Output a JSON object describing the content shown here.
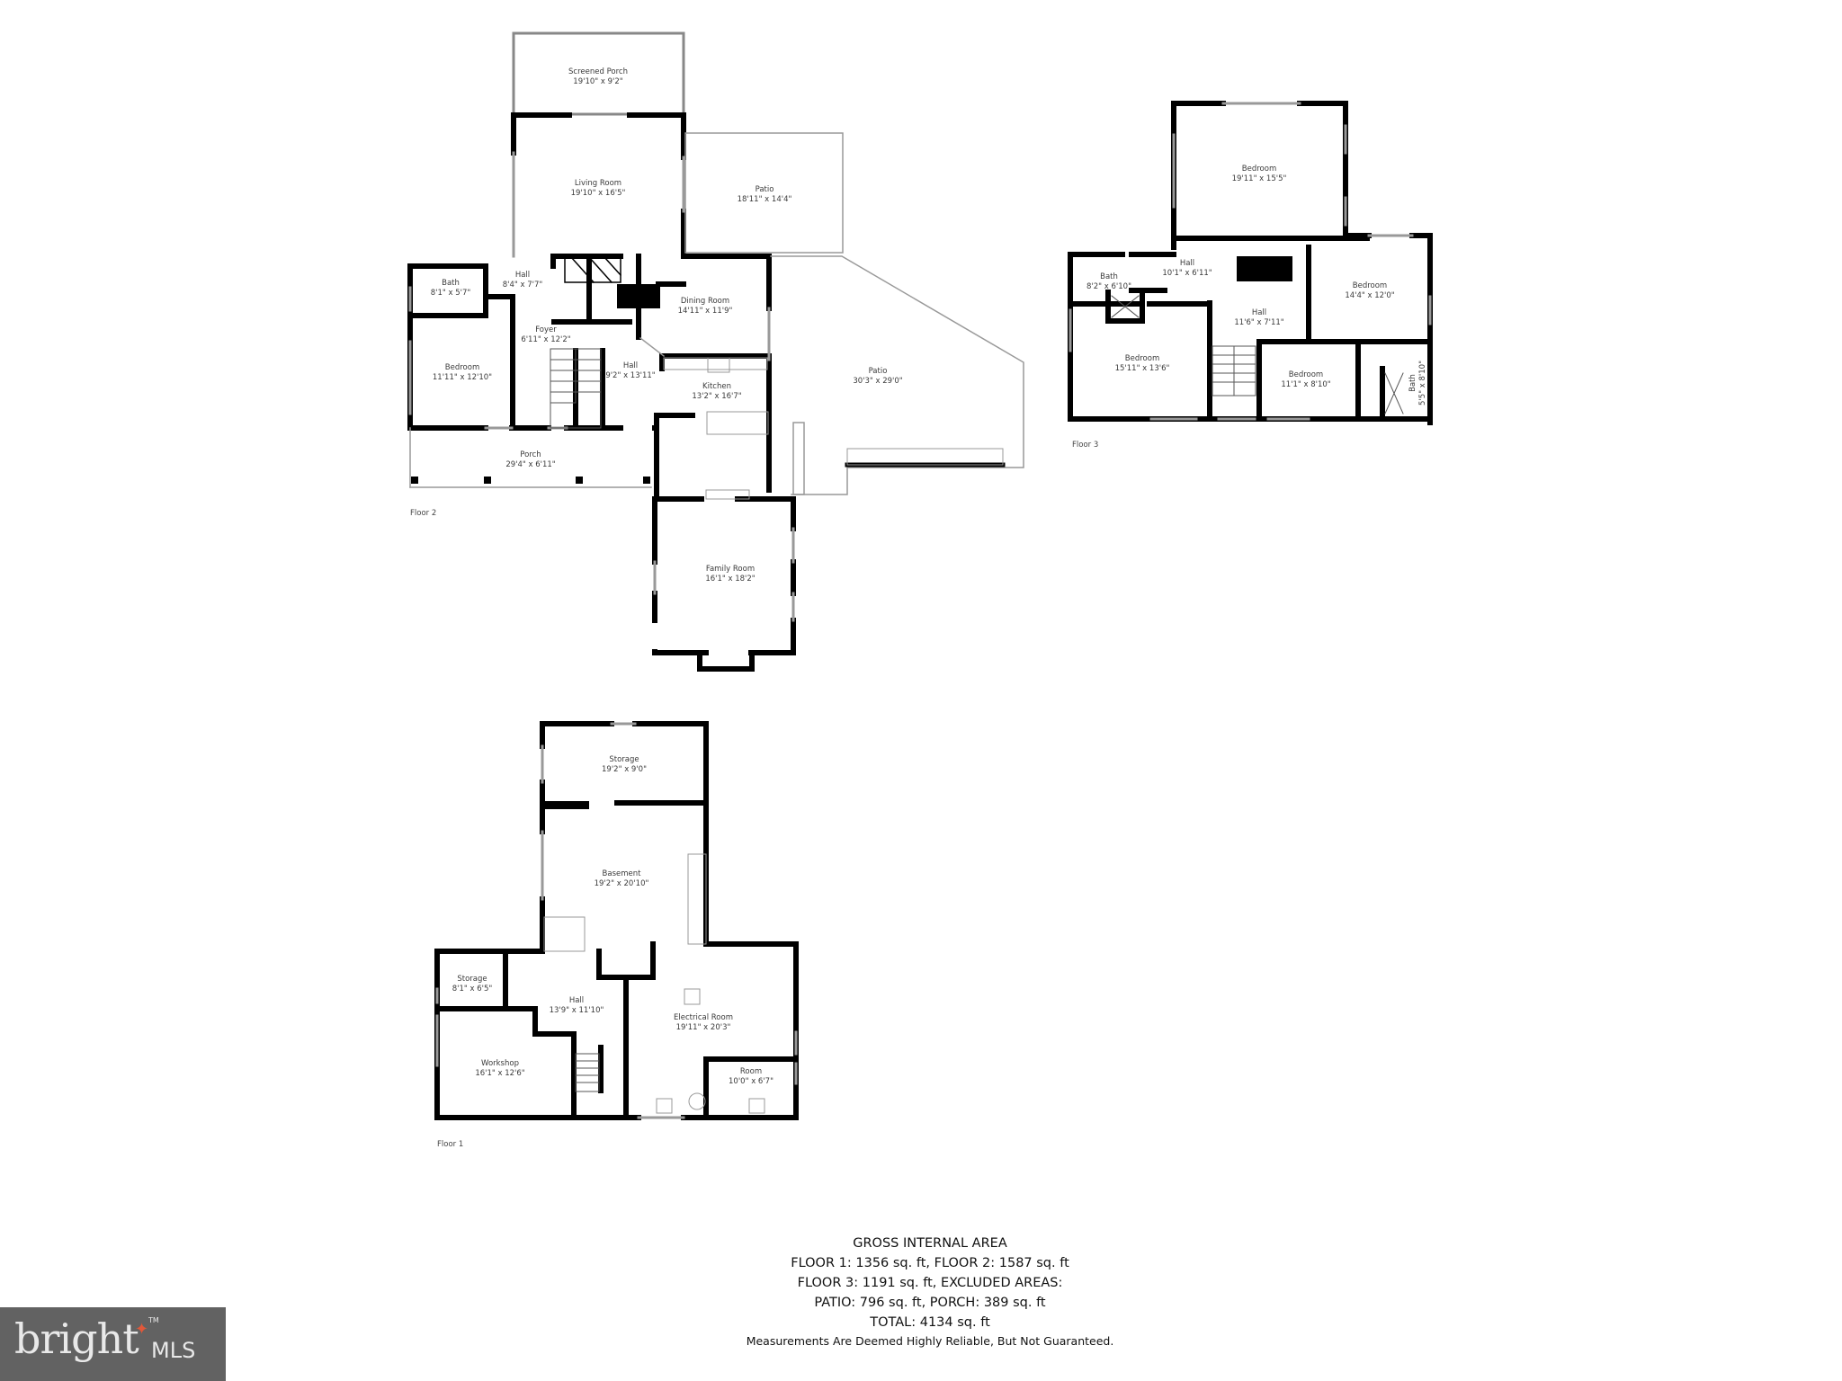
{
  "floors": {
    "floor2": {
      "label": "Floor 2",
      "rooms": [
        {
          "name": "Screened Porch",
          "dim": "19'10\" x 9'2\""
        },
        {
          "name": "Living Room",
          "dim": "19'10\" x 16'5\""
        },
        {
          "name": "Patio",
          "dim": "18'11\" x 14'4\""
        },
        {
          "name": "Bath",
          "dim": "8'1\" x 5'7\""
        },
        {
          "name": "Hall",
          "dim": "8'4\" x 7'7\""
        },
        {
          "name": "Foyer",
          "dim": "6'11\" x 12'2\""
        },
        {
          "name": "Bedroom",
          "dim": "11'11\" x 12'10\""
        },
        {
          "name": "Dining Room",
          "dim": "14'11\" x 11'9\""
        },
        {
          "name": "Hall",
          "dim": "9'2\" x 13'11\""
        },
        {
          "name": "Kitchen",
          "dim": "13'2\" x 16'7\""
        },
        {
          "name": "Patio",
          "dim": "30'3\" x 29'0\""
        },
        {
          "name": "Porch",
          "dim": "29'4\" x 6'11\""
        },
        {
          "name": "Family Room",
          "dim": "16'1\" x 18'2\""
        }
      ]
    },
    "floor3": {
      "label": "Floor 3",
      "rooms": [
        {
          "name": "Bedroom",
          "dim": "19'11\" x 15'5\""
        },
        {
          "name": "Hall",
          "dim": "10'1\" x 6'11\""
        },
        {
          "name": "Bath",
          "dim": "8'2\" x 6'10\""
        },
        {
          "name": "Bedroom",
          "dim": "14'4\" x 12'0\""
        },
        {
          "name": "Hall",
          "dim": "11'6\" x 7'11\""
        },
        {
          "name": "Bedroom",
          "dim": "15'11\" x 13'6\""
        },
        {
          "name": "Bedroom",
          "dim": "11'1\" x 8'10\""
        },
        {
          "name": "Bath",
          "dim": "5'5\" x 8'10\""
        }
      ]
    },
    "floor1": {
      "label": "Floor 1",
      "rooms": [
        {
          "name": "Storage",
          "dim": "19'2\" x 9'0\""
        },
        {
          "name": "Basement",
          "dim": "19'2\" x 20'10\""
        },
        {
          "name": "Storage",
          "dim": "8'1\" x 6'5\""
        },
        {
          "name": "Hall",
          "dim": "13'9\" x 11'10\""
        },
        {
          "name": "Electrical Room",
          "dim": "19'11\" x 20'3\""
        },
        {
          "name": "Workshop",
          "dim": "16'1\" x 12'6\""
        },
        {
          "name": "Room",
          "dim": "10'0\" x 6'7\""
        }
      ]
    }
  },
  "summary": {
    "heading": "GROSS INTERNAL AREA",
    "line1": "FLOOR 1: 1356 sq. ft, FLOOR 2: 1587 sq. ft",
    "line2": "FLOOR 3: 1191 sq. ft, EXCLUDED AREAS:",
    "line3": "PATIO: 796 sq. ft, PORCH: 389 sq. ft",
    "line4": "TOTAL: 4134 sq. ft",
    "disclaimer": "Measurements Are Deemed Highly Reliable, But Not Guaranteed."
  },
  "logo": {
    "word": "bright",
    "suffix": "MLS",
    "tm": "TM",
    "star_color": "#e0583a",
    "bg_color": "#626262"
  }
}
